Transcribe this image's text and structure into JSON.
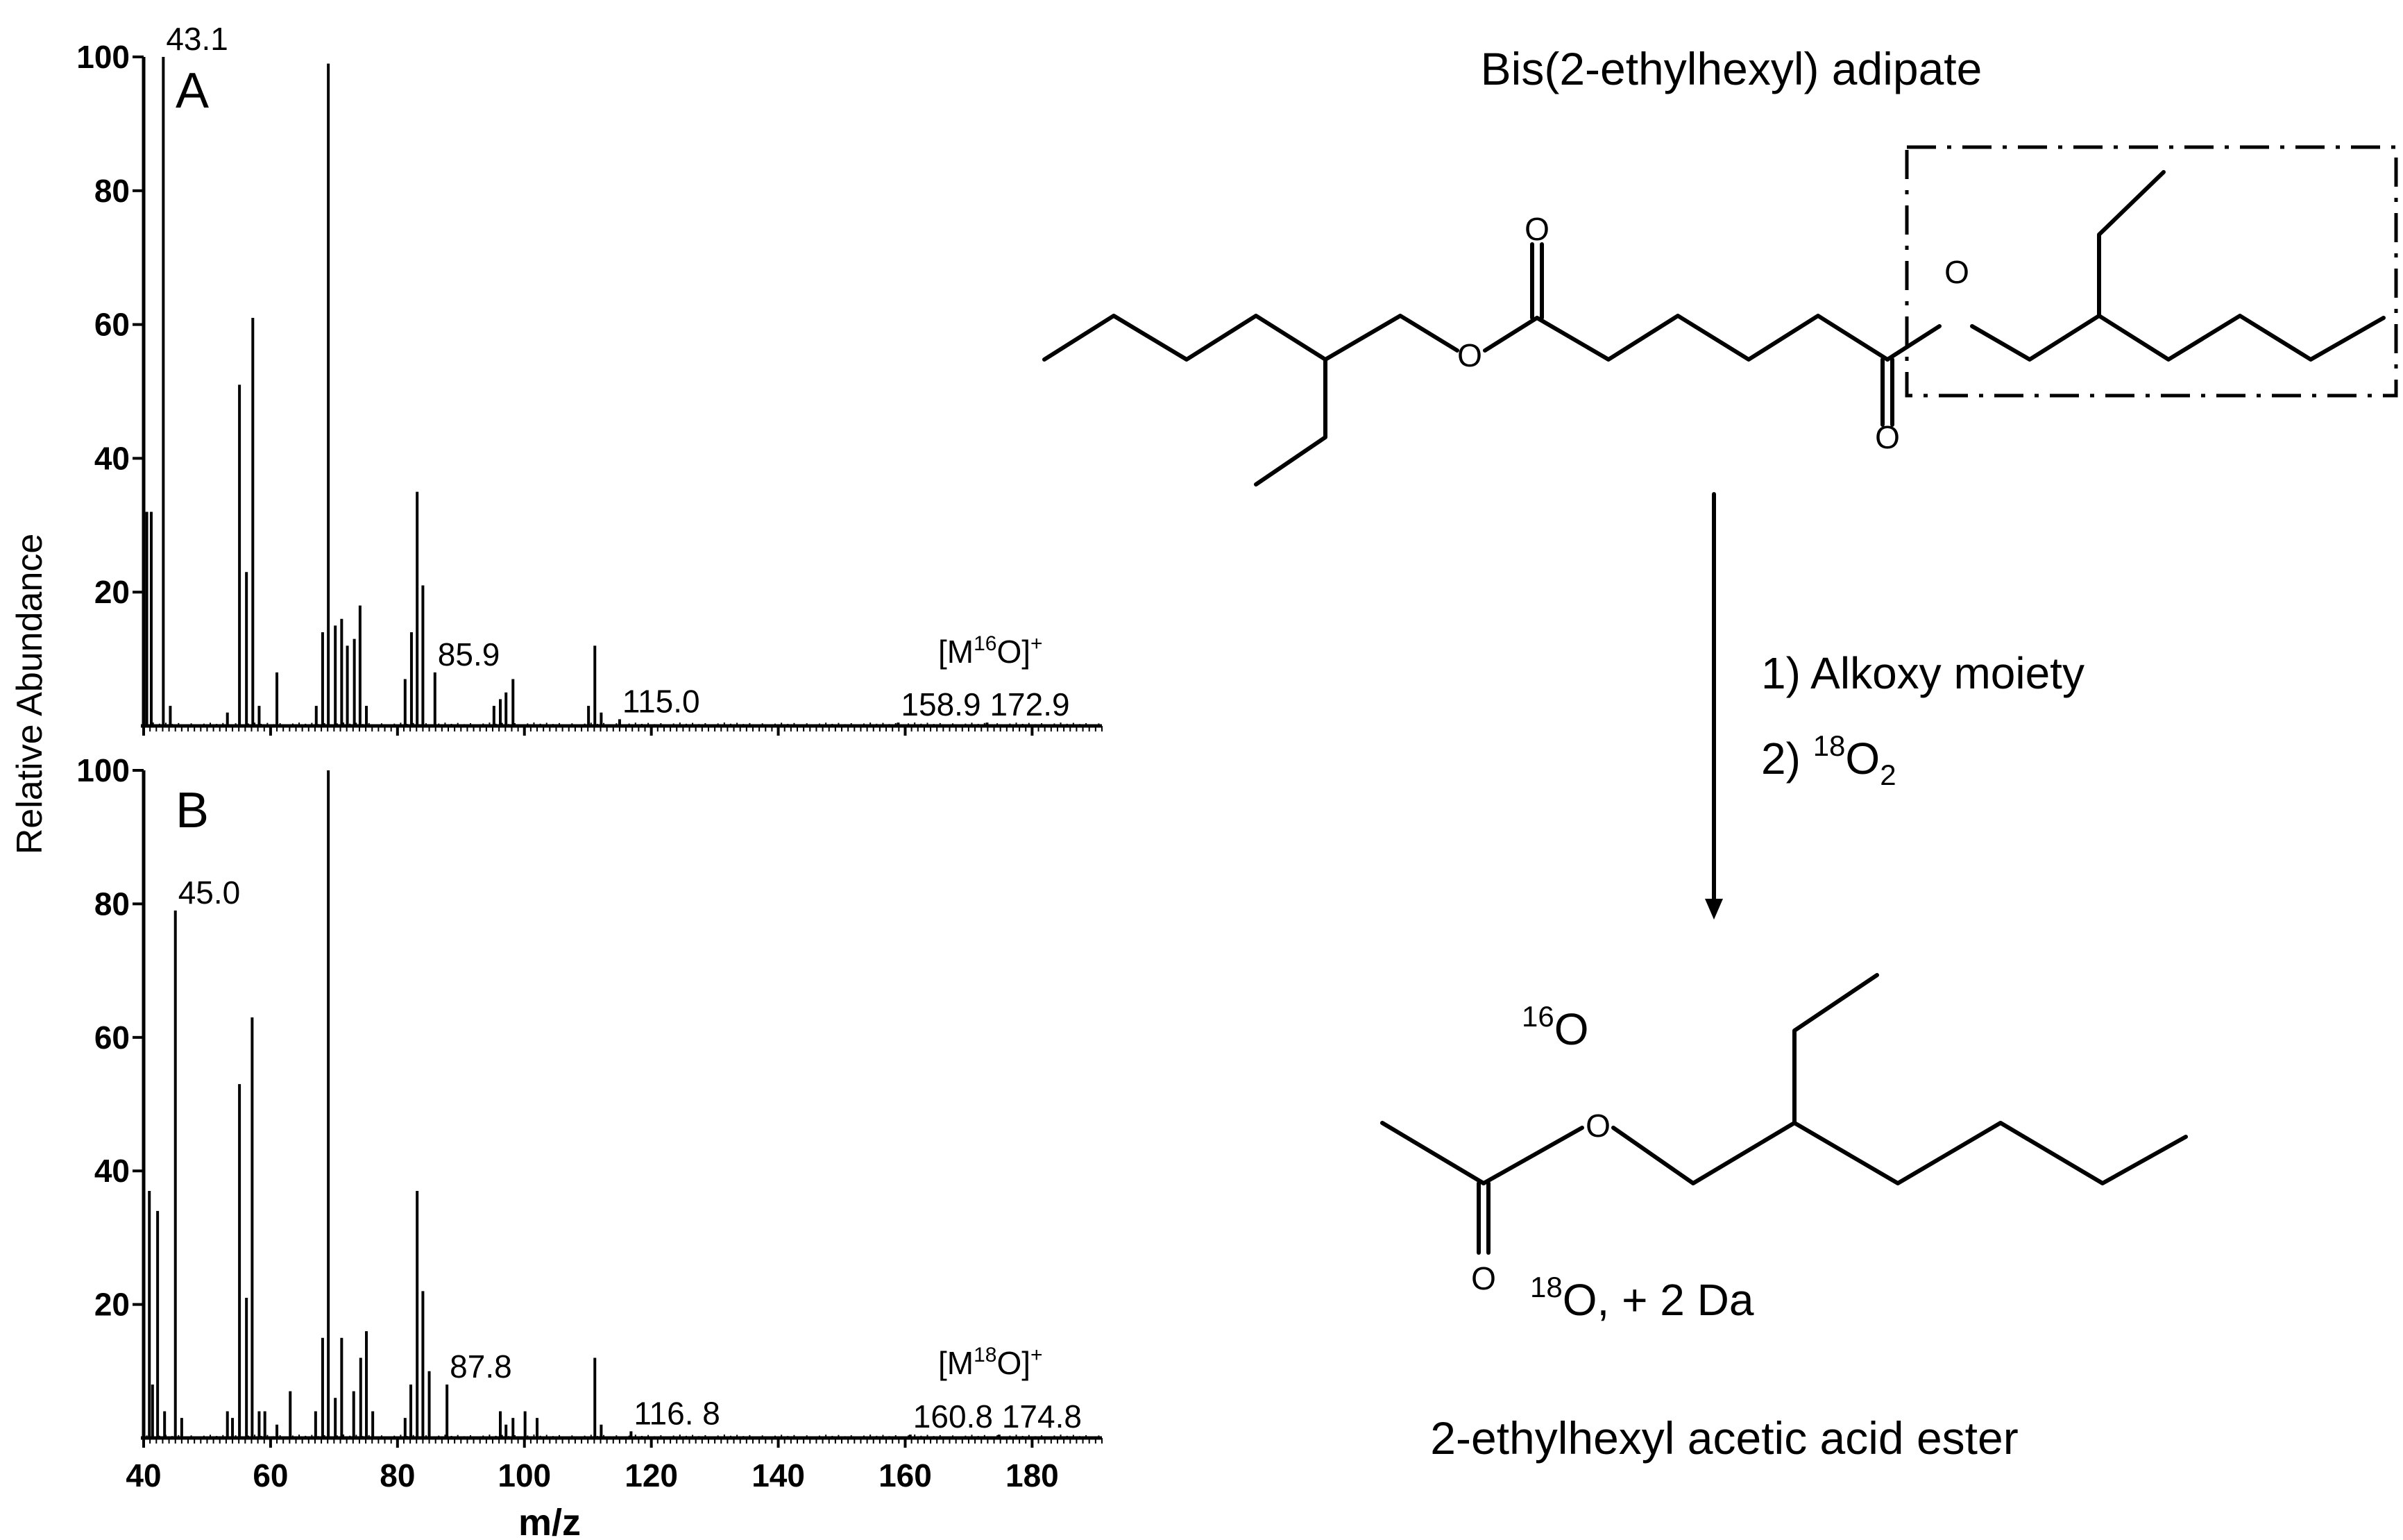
{
  "chart_data": [
    {
      "type": "bar",
      "panel_label": "A",
      "xlim": [
        40,
        191
      ],
      "ylim": [
        0,
        100
      ],
      "xlabel": "m/z",
      "ylabel": "Relative Abundance",
      "x_ticks": [
        40,
        60,
        80,
        100,
        120,
        140,
        160,
        180
      ],
      "y_ticks": [
        20,
        40,
        60,
        80,
        100
      ],
      "peaks": [
        {
          "mz": 40.5,
          "intensity": 32
        },
        {
          "mz": 41.2,
          "intensity": 32
        },
        {
          "mz": 43.1,
          "intensity": 100
        },
        {
          "mz": 44.2,
          "intensity": 3
        },
        {
          "mz": 53.2,
          "intensity": 2
        },
        {
          "mz": 55.1,
          "intensity": 51
        },
        {
          "mz": 56.2,
          "intensity": 23
        },
        {
          "mz": 57.2,
          "intensity": 61
        },
        {
          "mz": 58.2,
          "intensity": 3
        },
        {
          "mz": 61.0,
          "intensity": 8
        },
        {
          "mz": 67.2,
          "intensity": 3
        },
        {
          "mz": 68.2,
          "intensity": 14
        },
        {
          "mz": 69.1,
          "intensity": 99
        },
        {
          "mz": 70.2,
          "intensity": 15
        },
        {
          "mz": 71.2,
          "intensity": 16
        },
        {
          "mz": 72.1,
          "intensity": 12
        },
        {
          "mz": 73.2,
          "intensity": 13
        },
        {
          "mz": 74.1,
          "intensity": 18
        },
        {
          "mz": 75.1,
          "intensity": 3
        },
        {
          "mz": 81.2,
          "intensity": 7
        },
        {
          "mz": 82.2,
          "intensity": 14
        },
        {
          "mz": 83.1,
          "intensity": 35
        },
        {
          "mz": 84.0,
          "intensity": 21
        },
        {
          "mz": 85.9,
          "intensity": 8
        },
        {
          "mz": 95.2,
          "intensity": 3
        },
        {
          "mz": 96.2,
          "intensity": 4
        },
        {
          "mz": 97.1,
          "intensity": 5
        },
        {
          "mz": 98.2,
          "intensity": 7
        },
        {
          "mz": 110.1,
          "intensity": 3
        },
        {
          "mz": 111.1,
          "intensity": 12
        },
        {
          "mz": 112.1,
          "intensity": 2
        },
        {
          "mz": 115.0,
          "intensity": 1
        },
        {
          "mz": 158.9,
          "intensity": 0.5
        },
        {
          "mz": 172.9,
          "intensity": 0.5
        }
      ],
      "annotations": [
        {
          "mz": 43.1,
          "y": 100,
          "text": "43.1"
        },
        {
          "mz": 85.9,
          "y": 8,
          "text": "85.9"
        },
        {
          "mz": 115.0,
          "y": 1,
          "text": "115.0"
        },
        {
          "mz": 158.9,
          "y": 0.5,
          "text": "158.9"
        },
        {
          "mz": 172.9,
          "y": 0.5,
          "text": "172.9"
        }
      ],
      "ion_label": {
        "base": "[M",
        "sup": "16",
        "mid": "O]",
        "sup2": "+"
      }
    },
    {
      "type": "bar",
      "panel_label": "B",
      "xlim": [
        40,
        191
      ],
      "ylim": [
        0,
        100
      ],
      "xlabel": "m/z",
      "ylabel": "Relative Abundance",
      "x_ticks": [
        40,
        60,
        80,
        100,
        120,
        140,
        160,
        180
      ],
      "y_ticks": [
        20,
        40,
        60,
        80,
        100
      ],
      "peaks": [
        {
          "mz": 40.9,
          "intensity": 37
        },
        {
          "mz": 41.4,
          "intensity": 8
        },
        {
          "mz": 42.2,
          "intensity": 34
        },
        {
          "mz": 43.3,
          "intensity": 4
        },
        {
          "mz": 45.0,
          "intensity": 79
        },
        {
          "mz": 46.0,
          "intensity": 3
        },
        {
          "mz": 53.2,
          "intensity": 4
        },
        {
          "mz": 54.0,
          "intensity": 3
        },
        {
          "mz": 55.1,
          "intensity": 53
        },
        {
          "mz": 56.2,
          "intensity": 21
        },
        {
          "mz": 57.1,
          "intensity": 63
        },
        {
          "mz": 58.2,
          "intensity": 4
        },
        {
          "mz": 59.1,
          "intensity": 4
        },
        {
          "mz": 61.0,
          "intensity": 2
        },
        {
          "mz": 63.1,
          "intensity": 7
        },
        {
          "mz": 67.1,
          "intensity": 4
        },
        {
          "mz": 68.2,
          "intensity": 15
        },
        {
          "mz": 69.1,
          "intensity": 100
        },
        {
          "mz": 70.2,
          "intensity": 6
        },
        {
          "mz": 71.2,
          "intensity": 15
        },
        {
          "mz": 73.1,
          "intensity": 7
        },
        {
          "mz": 74.2,
          "intensity": 12
        },
        {
          "mz": 75.1,
          "intensity": 16
        },
        {
          "mz": 76.1,
          "intensity": 4
        },
        {
          "mz": 81.2,
          "intensity": 3
        },
        {
          "mz": 82.1,
          "intensity": 8
        },
        {
          "mz": 83.1,
          "intensity": 37
        },
        {
          "mz": 84.0,
          "intensity": 22
        },
        {
          "mz": 85.0,
          "intensity": 10
        },
        {
          "mz": 87.8,
          "intensity": 8
        },
        {
          "mz": 96.2,
          "intensity": 4
        },
        {
          "mz": 97.1,
          "intensity": 2
        },
        {
          "mz": 98.2,
          "intensity": 3
        },
        {
          "mz": 100.1,
          "intensity": 4
        },
        {
          "mz": 102.0,
          "intensity": 3
        },
        {
          "mz": 111.1,
          "intensity": 12
        },
        {
          "mz": 112.1,
          "intensity": 2
        },
        {
          "mz": 116.8,
          "intensity": 1
        },
        {
          "mz": 160.8,
          "intensity": 0.5
        },
        {
          "mz": 174.8,
          "intensity": 0.5
        }
      ],
      "annotations": [
        {
          "mz": 45.0,
          "y": 79,
          "text": "45.0"
        },
        {
          "mz": 87.8,
          "y": 8,
          "text": "87.8"
        },
        {
          "mz": 116.8,
          "y": 1,
          "text": "116. 8"
        },
        {
          "mz": 160.8,
          "y": 0.5,
          "text": "160.8"
        },
        {
          "mz": 174.8,
          "y": 0.5,
          "text": "174.8"
        }
      ],
      "ion_label": {
        "base": "[M",
        "sup": "18",
        "mid": "O]",
        "sup2": "+"
      }
    }
  ],
  "scheme": {
    "top_name": "Bis(2-ethylhexyl) adipate",
    "step1": "1) Alkoxy moiety",
    "step2_prefix": "2) ",
    "step2_sup": "18",
    "step2_main": "O",
    "step2_sub": "2",
    "o16_sup": "16",
    "o16_main": "O",
    "o18_sup": "18",
    "o18_main": "O, + 2 Da",
    "atom_o": "O",
    "product_name": "2-ethylhexyl acetic acid ester"
  }
}
